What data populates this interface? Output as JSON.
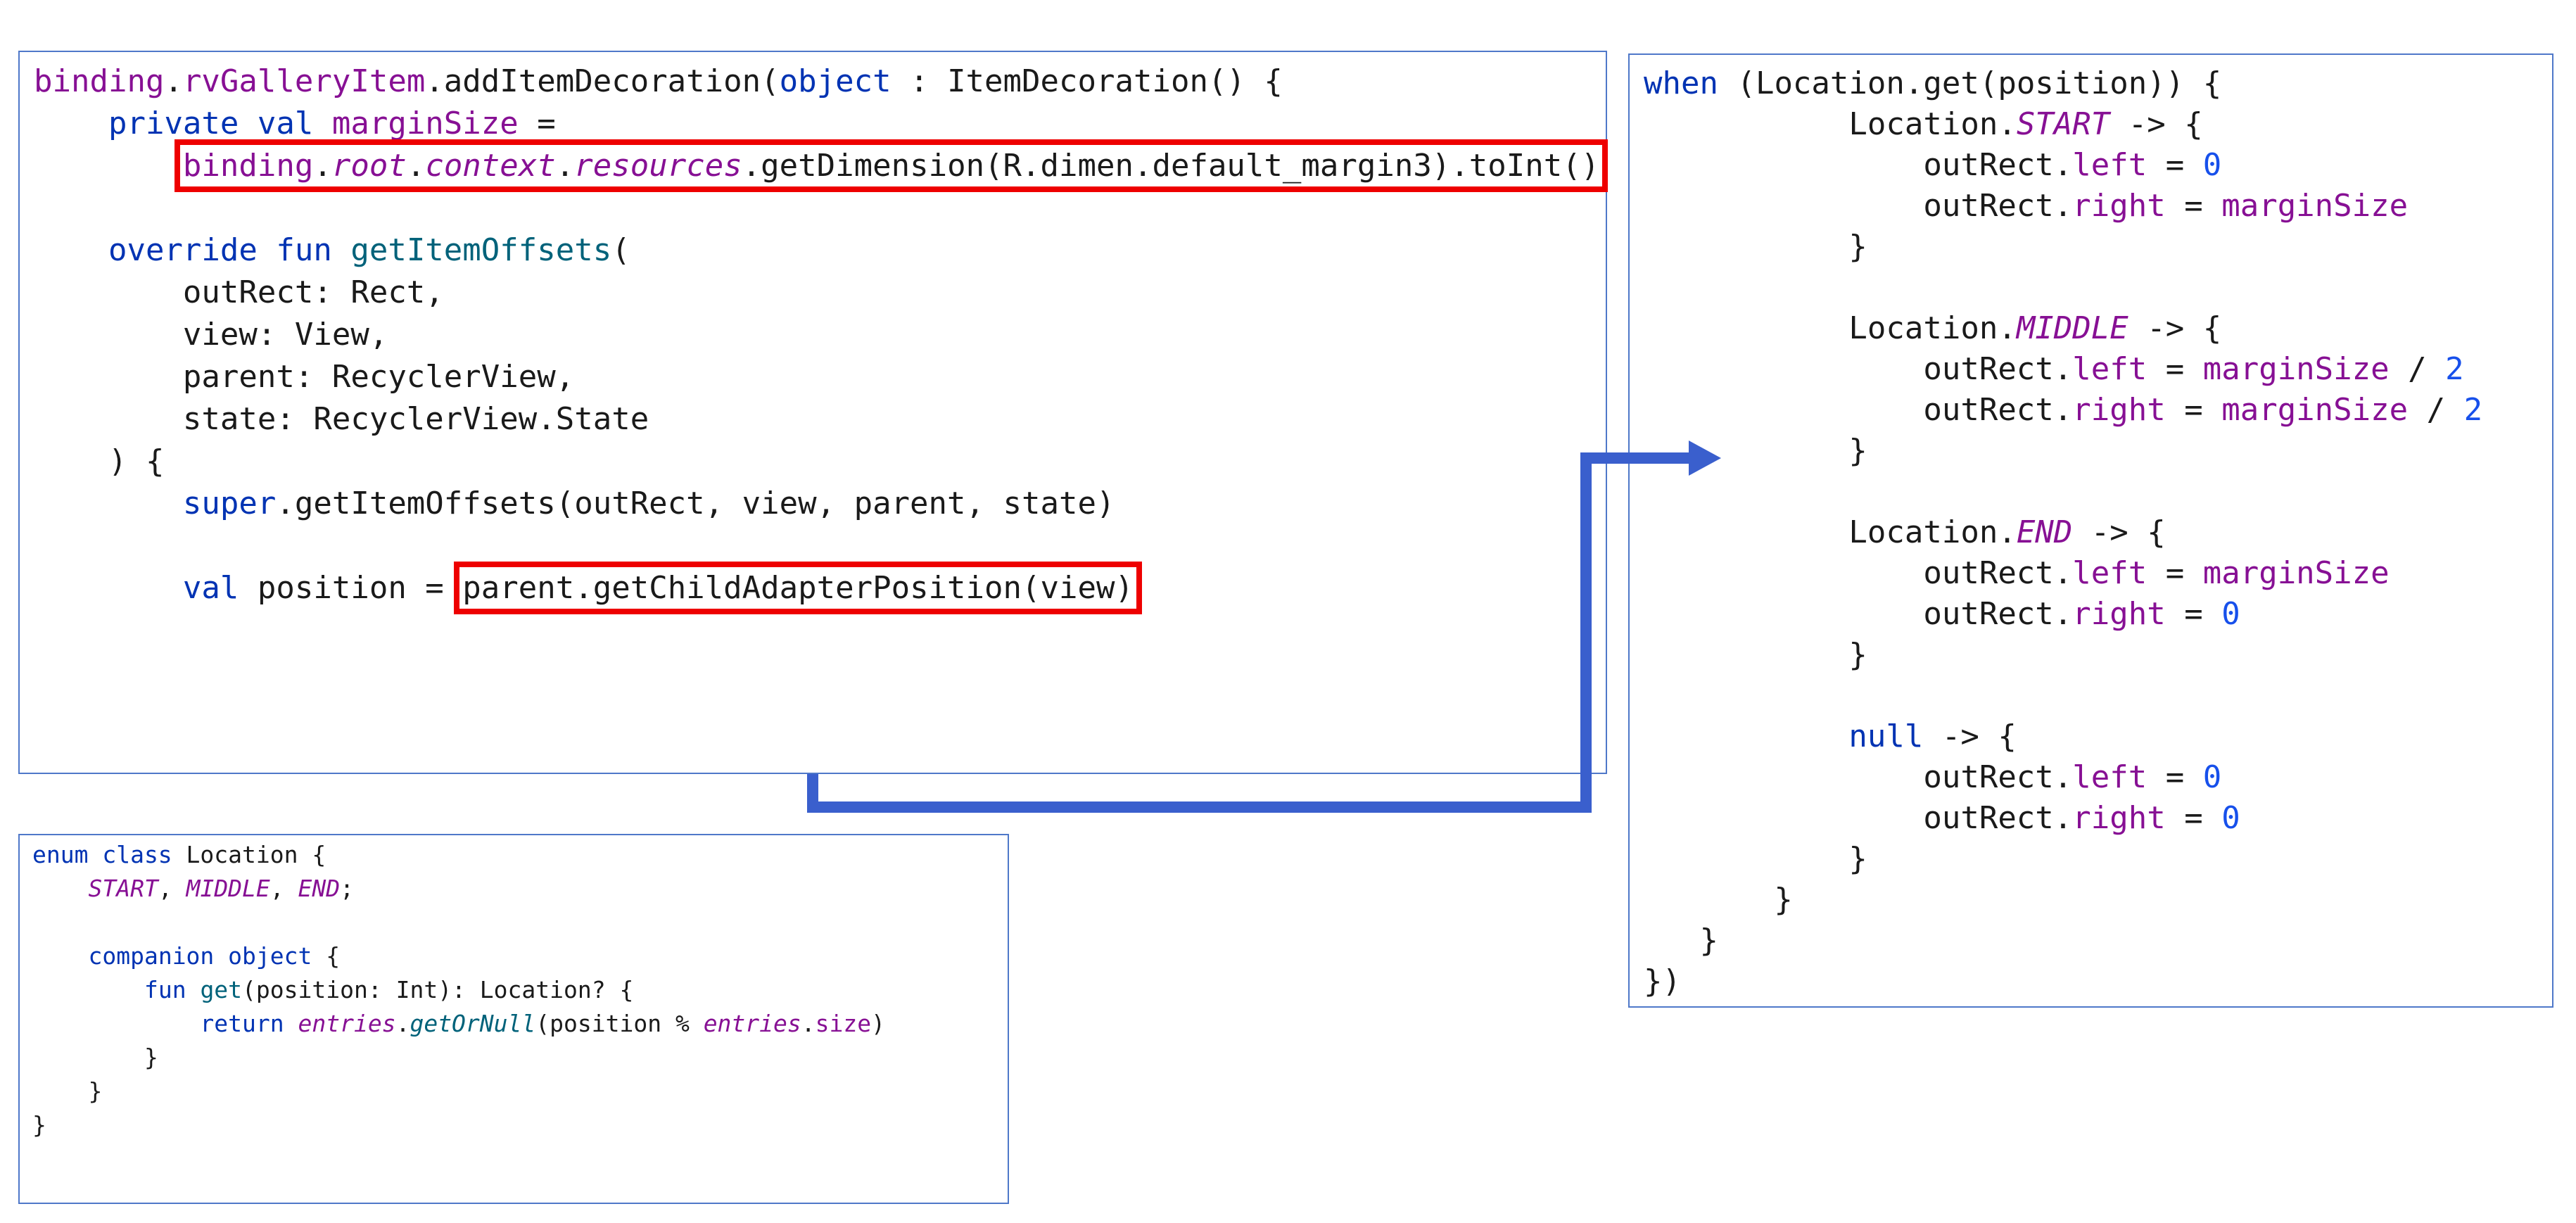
{
  "colors": {
    "panel_border": "#4f78c9",
    "keyword": "#0033b3",
    "property": "#871094",
    "function": "#00627a",
    "number": "#1750eb",
    "highlight": "#ee0000",
    "arrow": "#3a5fcd"
  },
  "panels": [
    {
      "id": "add-item-decoration",
      "lines": [
        [
          [
            "binding",
            "prop"
          ],
          [
            ".",
            ""
          ],
          [
            "rvGalleryItem",
            "prop"
          ],
          [
            ".addItemDecoration(",
            ""
          ],
          [
            "object",
            "kw"
          ],
          [
            " : ItemDecoration() {",
            ""
          ]
        ],
        [
          [
            "    ",
            ""
          ],
          [
            "private val ",
            "kw"
          ],
          [
            "marginSize",
            "prop"
          ],
          [
            " =",
            ""
          ]
        ],
        [
          [
            "        ",
            ""
          ],
          [
            "binding",
            "prop",
            "hl1"
          ],
          [
            ".",
            "",
            "hl1"
          ],
          [
            "root",
            "prop it",
            "hl1"
          ],
          [
            ".",
            "",
            "hl1"
          ],
          [
            "context",
            "prop it",
            "hl1"
          ],
          [
            ".",
            "",
            "hl1"
          ],
          [
            "resources",
            "prop it",
            "hl1"
          ],
          [
            ".getDimension(R.dimen.default_margin3).toInt()",
            "",
            "hl1"
          ]
        ],
        [
          [
            "",
            ""
          ]
        ],
        [
          [
            "    ",
            ""
          ],
          [
            "override fun ",
            "kw"
          ],
          [
            "getItemOffsets",
            "fn"
          ],
          [
            "(",
            ""
          ]
        ],
        [
          [
            "        outRect: Rect,",
            ""
          ]
        ],
        [
          [
            "        view: View,",
            ""
          ]
        ],
        [
          [
            "        parent: RecyclerView,",
            ""
          ]
        ],
        [
          [
            "        state: RecyclerView.State",
            ""
          ]
        ],
        [
          [
            "    ) {",
            ""
          ]
        ],
        [
          [
            "        ",
            ""
          ],
          [
            "super",
            "kw"
          ],
          [
            ".getItemOffsets(outRect, view, parent, state)",
            ""
          ]
        ],
        [
          [
            "",
            ""
          ]
        ],
        [
          [
            "        ",
            ""
          ],
          [
            "val ",
            "kw"
          ],
          [
            "position = ",
            ""
          ],
          [
            "parent.getChildAdapterPosition(view)",
            "",
            "hl2"
          ]
        ]
      ]
    },
    {
      "id": "when-location",
      "lines": [
        [
          [
            "when",
            "kw"
          ],
          [
            " (Location.get(position)) {",
            ""
          ]
        ],
        [
          [
            "           Location.",
            ""
          ],
          [
            "START",
            "prop it"
          ],
          [
            " -> {",
            ""
          ]
        ],
        [
          [
            "               outRect.",
            ""
          ],
          [
            "left",
            "prop"
          ],
          [
            " = ",
            ""
          ],
          [
            "0",
            "num"
          ]
        ],
        [
          [
            "               outRect.",
            ""
          ],
          [
            "right",
            "prop"
          ],
          [
            " = ",
            ""
          ],
          [
            "marginSize",
            "prop"
          ]
        ],
        [
          [
            "           }",
            ""
          ]
        ],
        [
          [
            "",
            ""
          ]
        ],
        [
          [
            "           Location.",
            ""
          ],
          [
            "MIDDLE",
            "prop it"
          ],
          [
            " -> {",
            ""
          ]
        ],
        [
          [
            "               outRect.",
            ""
          ],
          [
            "left",
            "prop"
          ],
          [
            " = ",
            ""
          ],
          [
            "marginSize",
            "prop"
          ],
          [
            " / ",
            ""
          ],
          [
            "2",
            "num"
          ]
        ],
        [
          [
            "               outRect.",
            ""
          ],
          [
            "right",
            "prop"
          ],
          [
            " = ",
            ""
          ],
          [
            "marginSize",
            "prop"
          ],
          [
            " / ",
            ""
          ],
          [
            "2",
            "num"
          ]
        ],
        [
          [
            "           }",
            ""
          ]
        ],
        [
          [
            "",
            ""
          ]
        ],
        [
          [
            "           Location.",
            ""
          ],
          [
            "END",
            "prop it"
          ],
          [
            " -> {",
            ""
          ]
        ],
        [
          [
            "               outRect.",
            ""
          ],
          [
            "left",
            "prop"
          ],
          [
            " = ",
            ""
          ],
          [
            "marginSize",
            "prop"
          ]
        ],
        [
          [
            "               outRect.",
            ""
          ],
          [
            "right",
            "prop"
          ],
          [
            " = ",
            ""
          ],
          [
            "0",
            "num"
          ]
        ],
        [
          [
            "           }",
            ""
          ]
        ],
        [
          [
            "",
            ""
          ]
        ],
        [
          [
            "           ",
            ""
          ],
          [
            "null",
            "kw"
          ],
          [
            " -> {",
            ""
          ]
        ],
        [
          [
            "               outRect.",
            ""
          ],
          [
            "left",
            "prop"
          ],
          [
            " = ",
            ""
          ],
          [
            "0",
            "num"
          ]
        ],
        [
          [
            "               outRect.",
            ""
          ],
          [
            "right",
            "prop"
          ],
          [
            " = ",
            ""
          ],
          [
            "0",
            "num"
          ]
        ],
        [
          [
            "           }",
            ""
          ]
        ],
        [
          [
            "       }",
            ""
          ]
        ],
        [
          [
            "   }",
            ""
          ]
        ],
        [
          [
            "})",
            ""
          ]
        ]
      ]
    },
    {
      "id": "enum-location",
      "lines": [
        [
          [
            "enum class ",
            "kw"
          ],
          [
            "Location {",
            ""
          ]
        ],
        [
          [
            "    ",
            ""
          ],
          [
            "START",
            "prop it"
          ],
          [
            ", ",
            ""
          ],
          [
            "MIDDLE",
            "prop it"
          ],
          [
            ", ",
            ""
          ],
          [
            "END",
            "prop it"
          ],
          [
            ";",
            ""
          ]
        ],
        [
          [
            "",
            ""
          ]
        ],
        [
          [
            "    ",
            ""
          ],
          [
            "companion object",
            "kw"
          ],
          [
            " {",
            ""
          ]
        ],
        [
          [
            "        ",
            ""
          ],
          [
            "fun ",
            "kw"
          ],
          [
            "get",
            "fn"
          ],
          [
            "(position: Int): Location? {",
            ""
          ]
        ],
        [
          [
            "            ",
            ""
          ],
          [
            "return ",
            "kw"
          ],
          [
            "entries",
            "prop it"
          ],
          [
            ".",
            ""
          ],
          [
            "getOrNull",
            "fn it"
          ],
          [
            "(position % ",
            ""
          ],
          [
            "entries",
            "prop it"
          ],
          [
            ".",
            ""
          ],
          [
            "size",
            "prop"
          ],
          [
            ")",
            ""
          ]
        ],
        [
          [
            "        }",
            ""
          ]
        ],
        [
          [
            "    }",
            ""
          ]
        ],
        [
          [
            "}",
            ""
          ]
        ]
      ]
    }
  ]
}
